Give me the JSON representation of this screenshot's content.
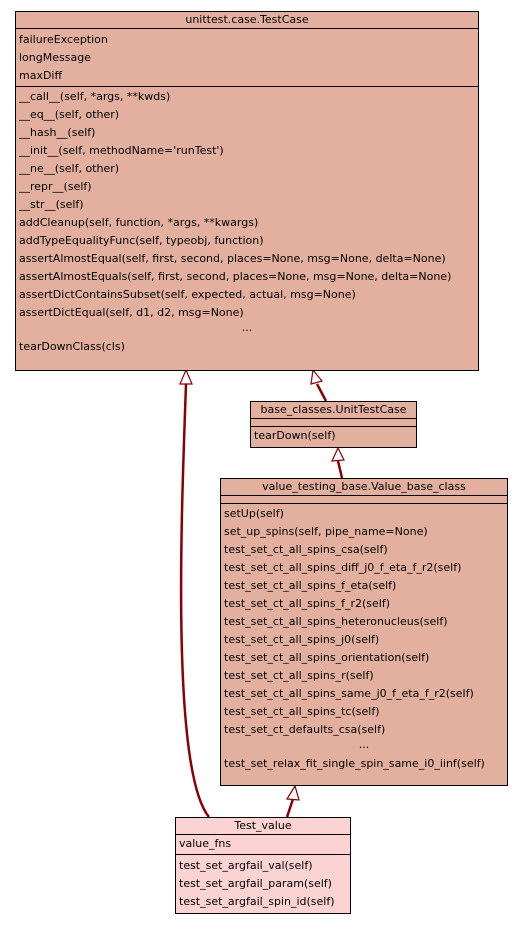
{
  "colors": {
    "base_fill": "#e3b0a0",
    "leaf_fill": "#fcd3d3",
    "edge": "#8b0000"
  },
  "classes": {
    "testcase": {
      "title": "unittest.case.TestCase",
      "attributes": [
        "failureException",
        "longMessage",
        "maxDiff"
      ],
      "methods": [
        "__call__(self, *args, **kwds)",
        "__eq__(self, other)",
        "__hash__(self)",
        "__init__(self, methodName='runTest')",
        "__ne__(self, other)",
        "__repr__(self)",
        "__str__(self)",
        "addCleanup(self, function, *args, **kwargs)",
        "addTypeEqualityFunc(self, typeobj, function)",
        "assertAlmostEqual(self, first, second, places=None, msg=None, delta=None)",
        "assertAlmostEquals(self, first, second, places=None, msg=None, delta=None)",
        "assertDictContainsSubset(self, expected, actual, msg=None)",
        "assertDictEqual(self, d1, d2, msg=None)",
        "...",
        "tearDownClass(cls)"
      ]
    },
    "unittestcase": {
      "title": "base_classes.UnitTestCase",
      "methods": [
        "tearDown(self)"
      ]
    },
    "valuebase": {
      "title": "value_testing_base.Value_base_class",
      "methods": [
        "setUp(self)",
        "set_up_spins(self, pipe_name=None)",
        "test_set_ct_all_spins_csa(self)",
        "test_set_ct_all_spins_diff_j0_f_eta_f_r2(self)",
        "test_set_ct_all_spins_f_eta(self)",
        "test_set_ct_all_spins_f_r2(self)",
        "test_set_ct_all_spins_heteronucleus(self)",
        "test_set_ct_all_spins_j0(self)",
        "test_set_ct_all_spins_orientation(self)",
        "test_set_ct_all_spins_r(self)",
        "test_set_ct_all_spins_same_j0_f_eta_f_r2(self)",
        "test_set_ct_all_spins_tc(self)",
        "test_set_ct_defaults_csa(self)",
        "...",
        "test_set_relax_fit_single_spin_same_i0_iinf(self)"
      ]
    },
    "testvalue": {
      "title": "Test_value",
      "attributes": [
        "value_fns"
      ],
      "methods": [
        "test_set_argfail_val(self)",
        "test_set_argfail_param(self)",
        "test_set_argfail_spin_id(self)"
      ]
    }
  }
}
